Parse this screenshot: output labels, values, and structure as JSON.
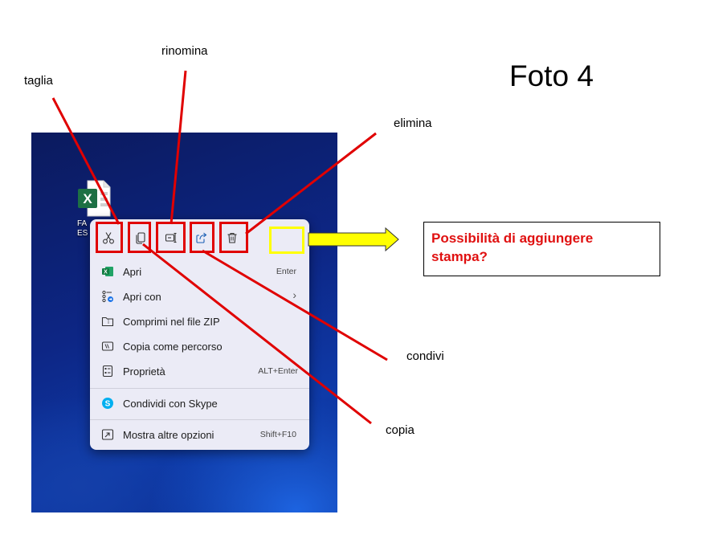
{
  "title": "Foto 4",
  "desktop": {
    "file_label": "FA\nES"
  },
  "toolbar": {
    "cut_icon": "scissors-icon",
    "copy_icon": "copy-icon",
    "rename_icon": "rename-icon",
    "share_icon": "share-icon",
    "delete_icon": "trash-icon"
  },
  "menu": {
    "items": [
      {
        "label": "Apri",
        "shortcut": "Enter",
        "icon": "excel-icon"
      },
      {
        "label": "Apri con",
        "shortcut": "",
        "icon": "open-with-icon",
        "submenu": "›"
      },
      {
        "label": "Comprimi nel file ZIP",
        "shortcut": "",
        "icon": "zip-icon"
      },
      {
        "label": "Copia come percorso",
        "shortcut": "",
        "icon": "copy-path-icon"
      },
      {
        "label": "Proprietà",
        "shortcut": "ALT+Enter",
        "icon": "properties-icon"
      },
      {
        "label": "Condividi con Skype",
        "shortcut": "",
        "icon": "skype-icon"
      },
      {
        "label": "Mostra altre opzioni",
        "shortcut": "Shift+F10",
        "icon": "more-options-icon"
      }
    ]
  },
  "annotations": {
    "taglia": "taglia",
    "rinomina": "rinomina",
    "elimina": "elimina",
    "condivi": "condivi",
    "copia": "copia"
  },
  "callout": {
    "text": "Possibilità di aggiungere stampa?"
  },
  "colors": {
    "annotation_red": "#e00000",
    "highlight_yellow": "#ffff00",
    "callout_text": "#e01010",
    "menu_bg": "#ebebf6"
  }
}
